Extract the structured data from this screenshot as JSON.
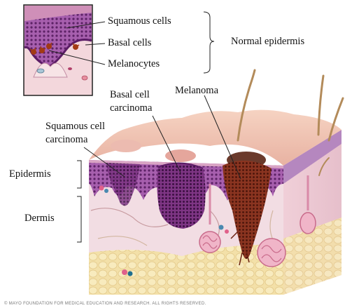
{
  "labels": {
    "squamous_cells": "Squamous cells",
    "basal_cells": "Basal cells",
    "melanocytes": "Melanocytes",
    "normal_epidermis": "Normal epidermis",
    "basal_cell_carcinoma_line1": "Basal cell",
    "basal_cell_carcinoma_line2": "carcinoma",
    "melanoma": "Melanoma",
    "squamous_cell_carcinoma_line1": "Squamous cell",
    "squamous_cell_carcinoma_line2": "carcinoma",
    "epidermis": "Epidermis",
    "dermis": "Dermis"
  },
  "credit": "© MAYO FOUNDATION FOR MEDICAL EDUCATION AND RESEARCH. ALL RIGHTS RESERVED.",
  "colors": {
    "epidermis": "#b07ab8",
    "dermis": "#f2dde3",
    "fat": "#f5e6b0",
    "melanoma": "#7a2c1c",
    "bcc": "#8e3f8e",
    "hair": "#b38b5a"
  }
}
